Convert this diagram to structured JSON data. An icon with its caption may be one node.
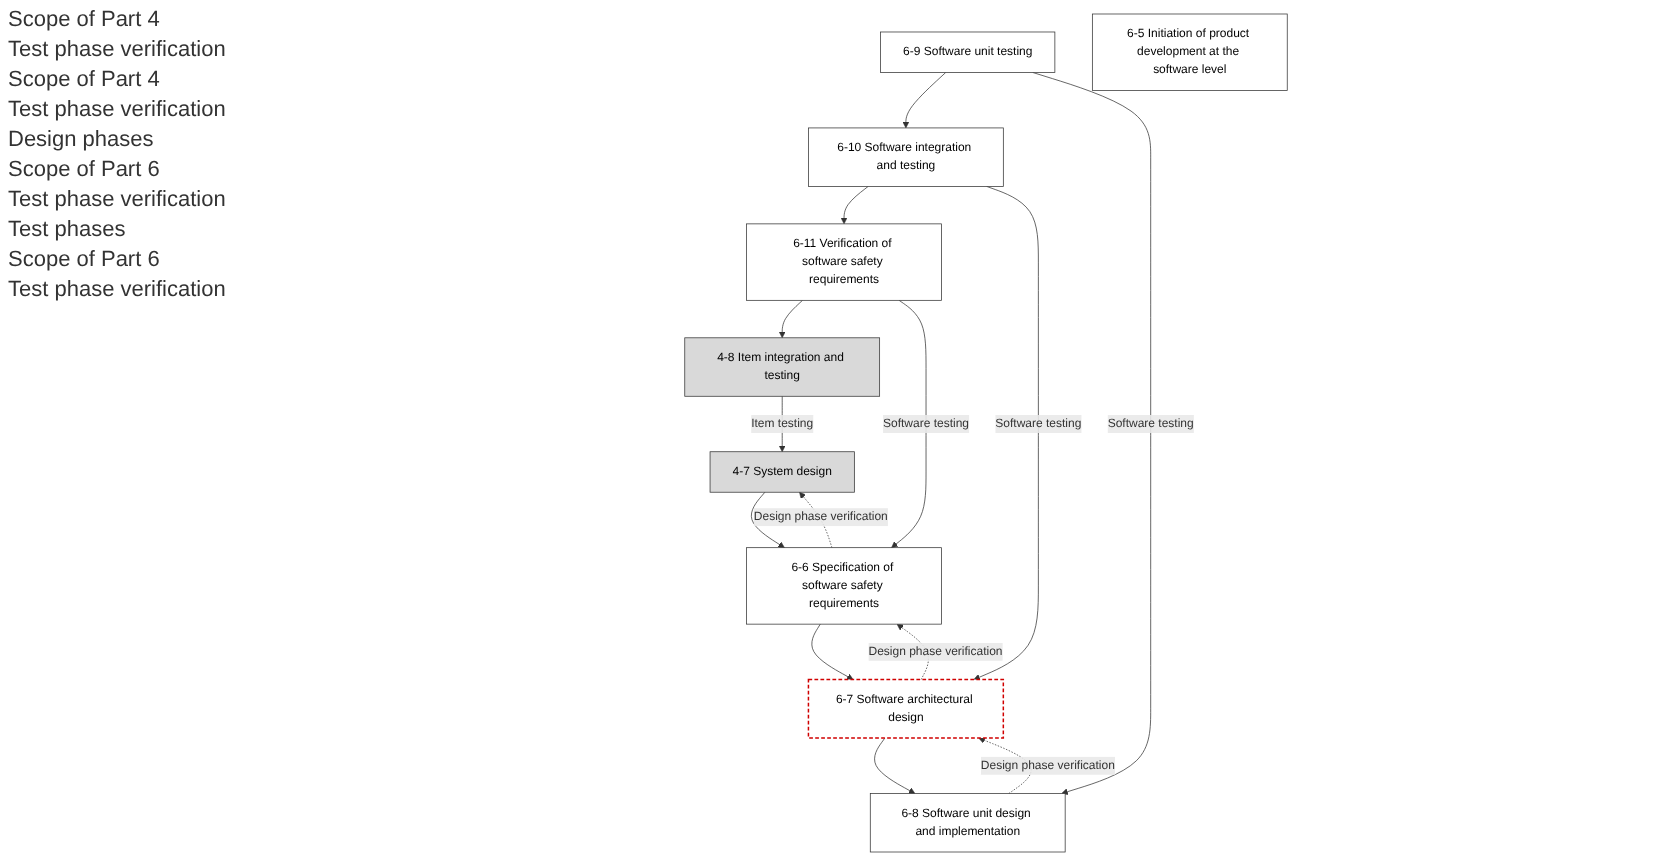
{
  "diagram": {
    "nodes": [
      {
        "text": [
          "4-7 System design"
        ]
      },
      {
        "text": [
          "4-8 Item integration and testing"
        ]
      },
      {
        "text": [
          "6-6 Specification of software safety requirements"
        ]
      },
      {
        "text": [
          "6-11 Verification of software safety requirements"
        ]
      },
      {
        "text": [
          "6-7 Software architectural design"
        ]
      },
      {
        "text": [
          "6-10 Software integration and testing"
        ]
      },
      {
        "text": [
          "6-8 Software unit design and implementation"
        ]
      },
      {
        "text": [
          "6-9 Software unit testing"
        ]
      },
      {
        "text": [
          "6-5 Initiation of product development at the software level"
        ]
      }
    ],
    "edges": [
      {
        "from": 0,
        "to": 2,
        "arrow": "to"
      },
      {
        "from": 2,
        "to": 0,
        "arrow": "to",
        "style": "dashed",
        "label": "Design phase verification"
      },
      {
        "from": 2,
        "to": 4,
        "arrow": "to"
      },
      {
        "from": 4,
        "to": 2,
        "arrow": "to",
        "style": "dashed",
        "label": "Design phase verification"
      },
      {
        "from": 4,
        "to": 6,
        "arrow": "to"
      },
      {
        "from": 6,
        "to": 4,
        "arrow": "to",
        "style": "dashed",
        "label": "Design phase verification"
      },
      {
        "from": 7,
        "to": 5,
        "arrow": "to"
      },
      {
        "from": 5,
        "to": 3,
        "arrow": "to"
      },
      {
        "from": 3,
        "to": 1,
        "arrow": "to"
      },
      {
        "from": 1,
        "to": 0,
        "arrow": "to",
        "label": "Item testing"
      },
      {
        "from": 3,
        "to": 2,
        "arrow": "to",
        "label": "Software testing"
      },
      {
        "from": 5,
        "to": 4,
        "arrow": "to",
        "label": "Software testing"
      },
      {
        "from": 7,
        "to": 6,
        "arrow": "to",
        "label": "Software testing"
      }
    ],
    "labels": [
      "Scope of Part 4",
      "Test phase verification",
      "Scope of Part 4",
      "Test phase verification",
      "Design phases",
      "Scope of Part 6",
      "Test phase verification",
      "Test phases",
      "Scope of Part 6",
      "Test phase verification"
    ]
  }
}
